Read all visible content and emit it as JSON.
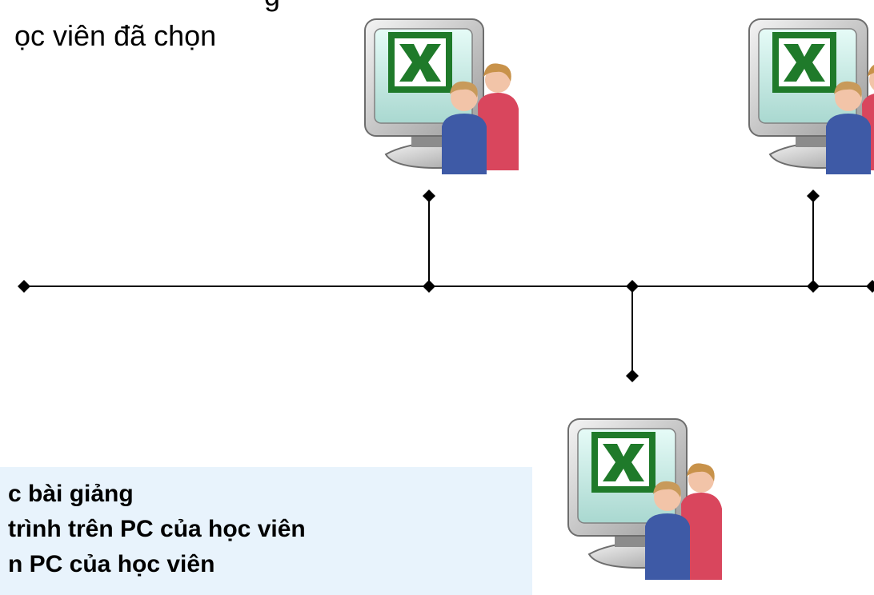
{
  "top_text": {
    "line1": "g",
    "line2": "ọc viên đã chọn"
  },
  "info_box": {
    "lines": [
      "c bài giảng",
      " trình trên PC của học viên",
      "n PC của học viên"
    ]
  },
  "icons": {
    "workstation": "excel-workstation-users-icon"
  },
  "colors": {
    "background": "#ffffff",
    "box_fill": "#e8f3fc",
    "line": "#000000",
    "excel_green": "#1f7a2a",
    "screen": "#cfeeea",
    "user_blue": "#3e5aa6",
    "user_red": "#d9465d"
  }
}
